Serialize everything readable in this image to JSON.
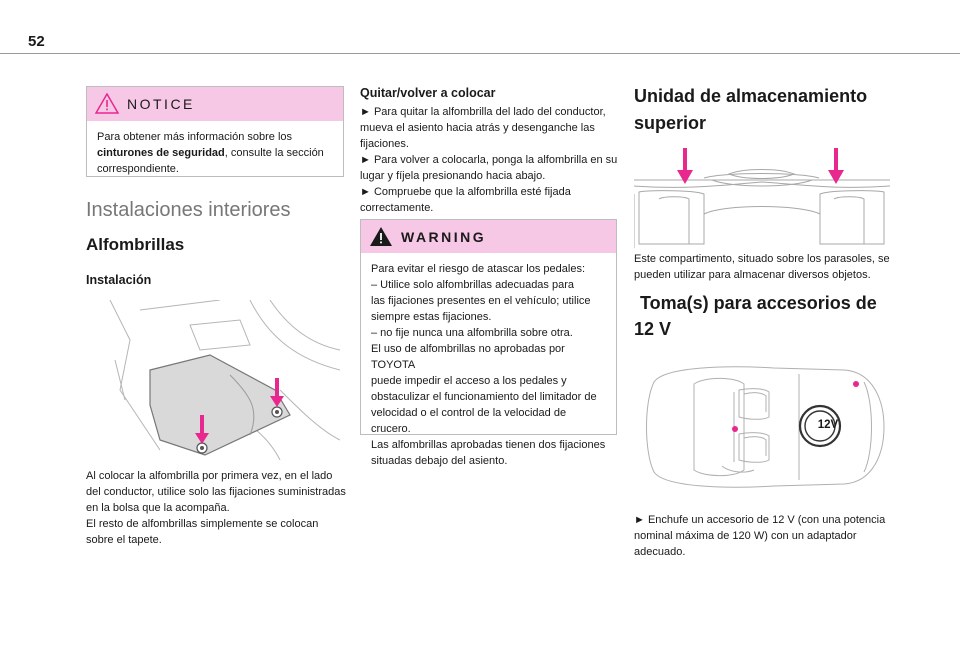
{
  "page_number": "52",
  "col1": {
    "notice_title": "NOTICE",
    "notice_lines": [
      "Para obtener más información sobre los",
      "cinturones de seguridad",
      ", consulte la sección",
      "correspondiente."
    ],
    "section_title": "Instalaciones interiores",
    "subsection_title": "Alfombrillas",
    "install_heading": "Instalación",
    "install_text": [
      "Al colocar la alfombrilla por primera vez, en el lado",
      "del conductor, utilice solo las fijaciones suministradas",
      "en la bolsa que la acompaña.",
      "El resto de alfombrillas simplemente se colocan",
      "sobre el tapete."
    ]
  },
  "col2": {
    "remove_heading": "Quitar/volver a colocar",
    "remove_text": [
      "► Para quitar la alfombrilla del lado del conductor,",
      "mueva el asiento hacia atrás y desenganche las",
      "fijaciones.",
      "► Para volver a colocarla, ponga la alfombrilla en su",
      "lugar y fíjela presionando hacia abajo.",
      "► Compruebe que la alfombrilla esté fijada",
      "correctamente."
    ],
    "warning_title": "WARNING",
    "warning_text": [
      "Para evitar el riesgo de atascar los pedales:",
      "– Utilice solo alfombrillas adecuadas para",
      "las fijaciones presentes en el vehículo; utilice",
      "siempre estas fijaciones.",
      "– no fije nunca una alfombrilla sobre otra.",
      "El uso de alfombrillas no aprobadas por TOYOTA",
      "puede impedir el acceso a los pedales y",
      "obstaculizar el funcionamiento del limitador de",
      "velocidad o el control de la velocidad de crucero.",
      "Las alfombrillas aprobadas tienen dos fijaciones",
      "situadas debajo del asiento."
    ]
  },
  "col3": {
    "storage_title_1": "Unidad de almacenamiento",
    "storage_title_2": "superior",
    "storage_text": [
      "Este compartimento, situado sobre los parasoles, se",
      "pueden utilizar para almacenar diversos objetos."
    ],
    "socket_title_1": "Toma(s) para accesorios de",
    "socket_title_2": "12 V",
    "socket_label": "12V",
    "socket_text": [
      "► Enchufe un accesorio de 12 V (con una potencia",
      "nominal máxima de 120 W) con un adaptador",
      "adecuado."
    ]
  },
  "colors": {
    "accent": "#e8278f",
    "header_bg": "#f7c8e6"
  }
}
